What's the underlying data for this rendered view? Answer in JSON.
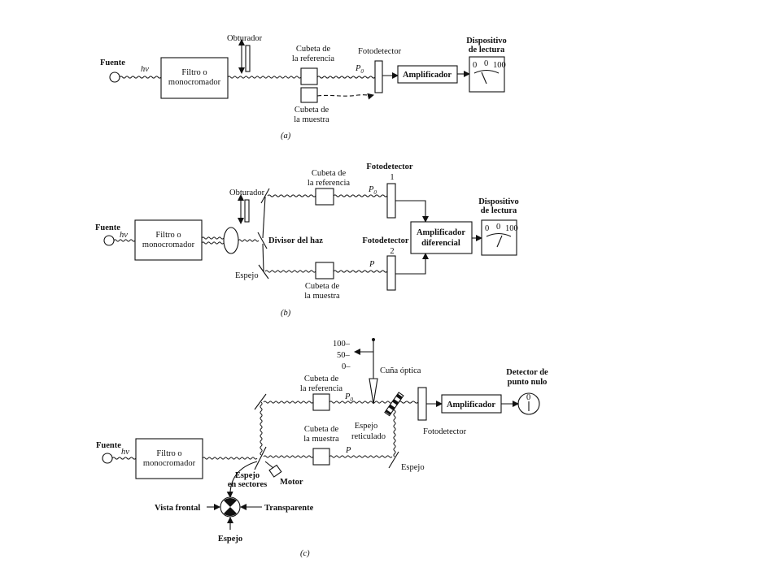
{
  "panel_a": {
    "source": "Fuente",
    "hv": "hν",
    "filter_line1": "Filtro o",
    "filter_line2": "monocromador",
    "shutter": "Obturador",
    "ref_cell_line1": "Cubeta de",
    "ref_cell_line2": "la referencia",
    "p0": "P",
    "p0_sub": "0",
    "detector": "Fotodetector",
    "amplifier": "Amplificador",
    "readout_line1": "Dispositivo",
    "readout_line2": "de lectura",
    "scale_left": "0",
    "scale_mid": "0",
    "scale_right": "100",
    "sample_cell_line1": "Cubeta de",
    "sample_cell_line2": "la muestra",
    "caption": "(a)"
  },
  "panel_b": {
    "source": "Fuente",
    "hv": "hν",
    "filter_line1": "Filtro o",
    "filter_line2": "monocromador",
    "shutter": "Obturador",
    "ref_cell_line1": "Cubeta de",
    "ref_cell_line2": "la referencia",
    "detector1_line1": "Fotodetector",
    "detector1_line2": "1",
    "p0": "P",
    "p0_sub": "0",
    "readout_line1": "Dispositivo",
    "readout_line2": "de lectura",
    "scale_left": "0",
    "scale_mid": "0",
    "scale_right": "100",
    "amp_line1": "Amplificador",
    "amp_line2": "diferencial",
    "beam_splitter": "Divisor del haz",
    "detector2_line1": "Fotodetector",
    "detector2_line2": "2",
    "p": "P",
    "mirror": "Espejo",
    "sample_cell_line1": "Cubeta de",
    "sample_cell_line2": "la muestra",
    "caption": "(b)"
  },
  "panel_c": {
    "scale_100": "100–",
    "scale_50": "50–",
    "scale_0": "0–",
    "wedge": "Cuña óptica",
    "null_det_line1": "Detector de",
    "null_det_line2": "punto nulo",
    "ref_cell_line1": "Cubeta de",
    "ref_cell_line2": "la referencia",
    "p0": "P",
    "p0_sub": "0",
    "amplifier": "Amplificador",
    "sample_cell_line1": "Cubeta de",
    "sample_cell_line2": "la muestra",
    "grid_mirror_line1": "Espejo",
    "grid_mirror_line2": "reticulado",
    "detector": "Fotodetector",
    "p": "P",
    "source": "Fuente",
    "hv": "hν",
    "filter_line1": "Filtro o",
    "filter_line2": "monocromador",
    "sector_mirror_line1": "Espejo",
    "sector_mirror_line2": "en sectores",
    "motor": "Motor",
    "mirror_right": "Espejo",
    "front_view": "Vista frontal",
    "transparent": "Transparente",
    "mirror_bottom": "Espejo",
    "caption": "(c)"
  }
}
